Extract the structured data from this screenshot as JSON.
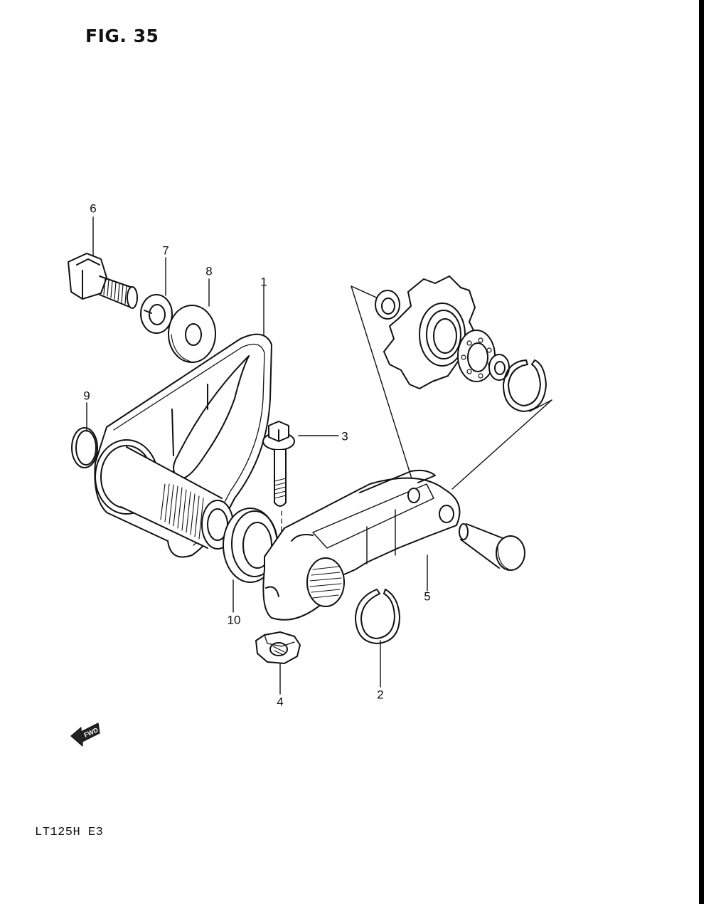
{
  "figure": {
    "title": "FIG. 35"
  },
  "model_code": "LT125H  E3",
  "fwd_label": "FWD",
  "callouts": [
    {
      "id": "1",
      "label": "1"
    },
    {
      "id": "2",
      "label": "2"
    },
    {
      "id": "3",
      "label": "3"
    },
    {
      "id": "4",
      "label": "4"
    },
    {
      "id": "5",
      "label": "5"
    },
    {
      "id": "6",
      "label": "6"
    },
    {
      "id": "7",
      "label": "7"
    },
    {
      "id": "8",
      "label": "8"
    },
    {
      "id": "9",
      "label": "9"
    },
    {
      "id": "10",
      "label": "10"
    }
  ],
  "parts": [
    {
      "id": "bolt-6",
      "icon": "hex-bolt-icon"
    },
    {
      "id": "washer-7",
      "icon": "lock-washer-icon"
    },
    {
      "id": "washer-8",
      "icon": "flat-washer-icon"
    },
    {
      "id": "plate-1",
      "icon": "mounting-plate-icon"
    },
    {
      "id": "oring-9",
      "icon": "o-ring-icon"
    },
    {
      "id": "bolt-3",
      "icon": "flange-bolt-icon"
    },
    {
      "id": "seal-10",
      "icon": "seal-ring-icon"
    },
    {
      "id": "arm-5",
      "icon": "tensioner-arm-icon"
    },
    {
      "id": "nut-4",
      "icon": "flange-nut-icon"
    },
    {
      "id": "circlip-2",
      "icon": "circlip-icon"
    },
    {
      "id": "sprocket",
      "icon": "sprocket-icon"
    },
    {
      "id": "pin",
      "icon": "clevis-pin-icon"
    },
    {
      "id": "fwd-arrow",
      "icon": "forward-arrow-icon"
    }
  ]
}
